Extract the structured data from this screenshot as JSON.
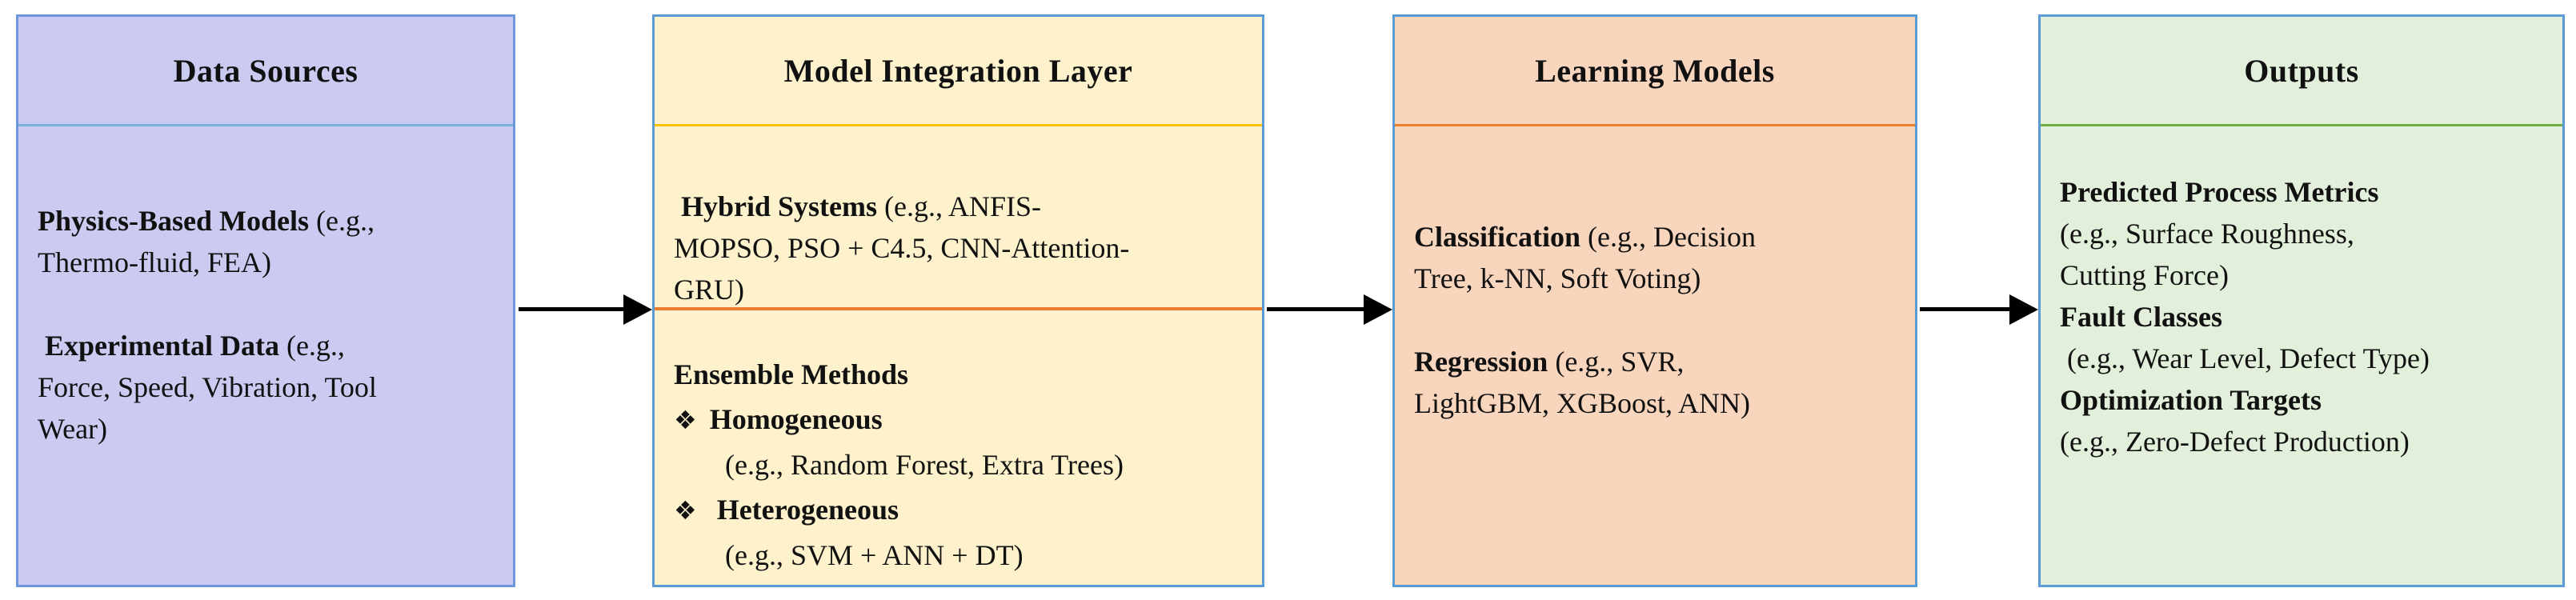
{
  "diagram": {
    "arrow_color": "#000000",
    "boxes": [
      {
        "id": "data-sources",
        "title": "Data Sources",
        "colors": {
          "bg": "#cbcbf2",
          "border": "#6f96dd",
          "divider": "#7ab0d8"
        },
        "sections": [
          {
            "paragraphs": [
              {
                "segments": [
                  {
                    "t": "Physics-Based Models",
                    "b": true
                  },
                  {
                    "t": " (e.g.,",
                    "b": false
                  }
                ]
              },
              {
                "segments": [
                  {
                    "t": "Thermo-fluid, FEA)",
                    "b": false
                  }
                ]
              },
              {
                "gap": true,
                "segments": [
                  {
                    "t": " Experimental Data",
                    "b": true
                  },
                  {
                    "t": " (e.g.,",
                    "b": false
                  }
                ]
              },
              {
                "segments": [
                  {
                    "t": "Force, Speed, Vibration, Tool",
                    "b": false
                  }
                ]
              },
              {
                "segments": [
                  {
                    "t": "Wear)",
                    "b": false
                  }
                ]
              }
            ]
          }
        ]
      },
      {
        "id": "model-integration-layer",
        "title": "Model Integration Layer",
        "colors": {
          "bg": "#fdf2cc",
          "border": "#5b9bd5",
          "divider": "#ffc000",
          "section_divider": "#ed7d31"
        },
        "sections": [
          {
            "paragraphs": [
              {
                "segments": [
                  {
                    "t": " Hybrid Systems",
                    "b": true
                  },
                  {
                    "t": " (e.g., ANFIS-",
                    "b": false
                  }
                ]
              },
              {
                "segments": [
                  {
                    "t": "MOPSO, PSO + C4.5, CNN-Attention-",
                    "b": false
                  }
                ]
              },
              {
                "segments": [
                  {
                    "t": "GRU)",
                    "b": false
                  }
                ]
              }
            ]
          },
          {
            "paragraphs": [
              {
                "segments": [
                  {
                    "t": "Ensemble Methods",
                    "b": true
                  }
                ]
              },
              {
                "bullet": "❖",
                "segments": [
                  {
                    "t": "Homogeneous",
                    "b": true
                  }
                ]
              },
              {
                "indent": true,
                "segments": [
                  {
                    "t": "(e.g., Random Forest, Extra Trees)",
                    "b": false
                  }
                ]
              },
              {
                "bullet": "❖",
                "segments": [
                  {
                    "t": " Heterogeneous",
                    "b": true
                  }
                ]
              },
              {
                "indent": true,
                "segments": [
                  {
                    "t": "(e.g., SVM + ANN + DT)",
                    "b": false
                  }
                ]
              }
            ]
          }
        ]
      },
      {
        "id": "learning-models",
        "title": "Learning Models",
        "colors": {
          "bg": "#f8d5bd",
          "border": "#5b9bd5",
          "divider": "#ed7d31"
        },
        "sections": [
          {
            "paragraphs": [
              {
                "segments": [
                  {
                    "t": "Classification",
                    "b": true
                  },
                  {
                    "t": " (e.g., Decision",
                    "b": false
                  }
                ]
              },
              {
                "segments": [
                  {
                    "t": "Tree, k-NN, Soft Voting)",
                    "b": false
                  }
                ]
              },
              {
                "gap": true,
                "segments": [
                  {
                    "t": "Regression",
                    "b": true
                  },
                  {
                    "t": " (e.g., SVR,",
                    "b": false
                  }
                ]
              },
              {
                "segments": [
                  {
                    "t": "LightGBM, XGBoost, ANN)",
                    "b": false
                  }
                ]
              }
            ]
          }
        ]
      },
      {
        "id": "outputs",
        "title": "Outputs",
        "colors": {
          "bg": "#e2efda",
          "border": "#5b9bd5",
          "divider": "#70ad47"
        },
        "sections": [
          {
            "paragraphs": [
              {
                "segments": [
                  {
                    "t": "Predicted Process Metrics",
                    "b": true
                  }
                ]
              },
              {
                "segments": [
                  {
                    "t": "(e.g., Surface Roughness,",
                    "b": false
                  }
                ]
              },
              {
                "segments": [
                  {
                    "t": "Cutting Force)",
                    "b": false
                  }
                ]
              },
              {
                "segments": [
                  {
                    "t": "Fault Classes",
                    "b": true
                  }
                ]
              },
              {
                "segments": [
                  {
                    "t": " (e.g., Wear Level, Defect Type)",
                    "b": false
                  }
                ]
              },
              {
                "segments": [
                  {
                    "t": "Optimization Targets",
                    "b": true
                  }
                ]
              },
              {
                "segments": [
                  {
                    "t": "(e.g., Zero-Defect Production)",
                    "b": false
                  }
                ]
              }
            ]
          }
        ]
      }
    ]
  }
}
